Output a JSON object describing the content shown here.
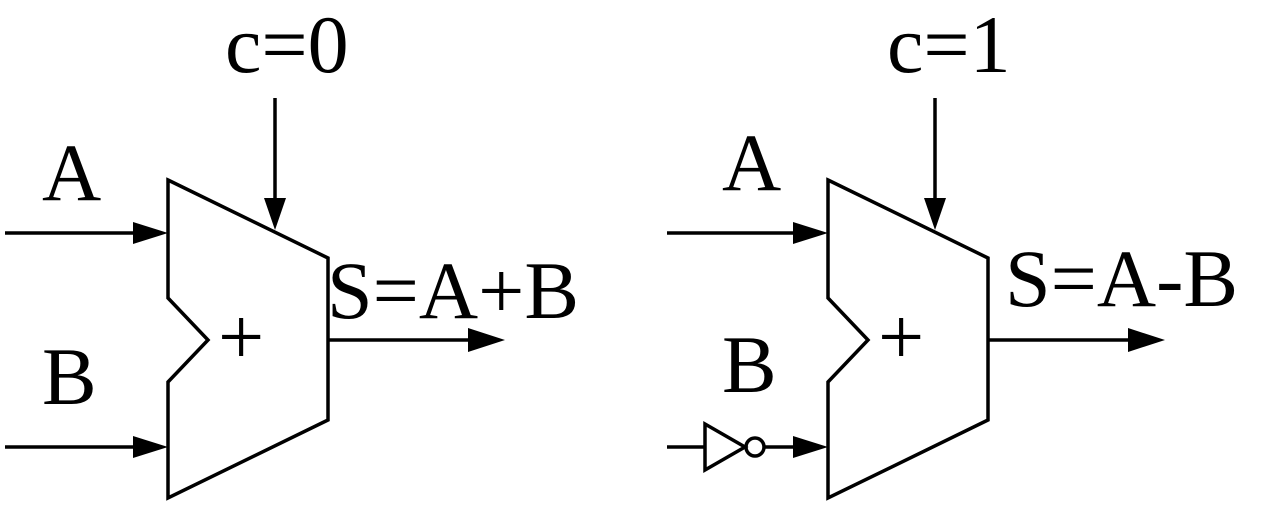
{
  "diagrams": [
    {
      "control": "c=0",
      "input_a": "A",
      "input_b": "B",
      "operator": "+",
      "output": "S=A+B",
      "b_inverted": false
    },
    {
      "control": "c=1",
      "input_a": "A",
      "input_b": "B",
      "operator": "+",
      "output": "S=A-B",
      "b_inverted": true
    }
  ]
}
